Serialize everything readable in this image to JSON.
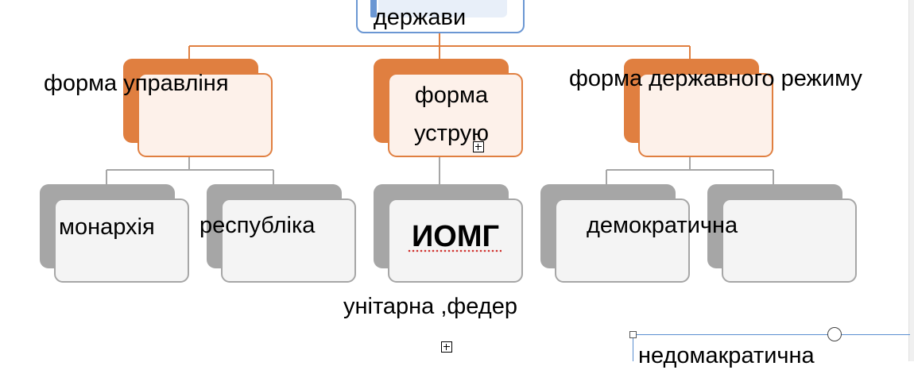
{
  "diagram": {
    "root": {
      "label": "держави"
    },
    "branches": [
      {
        "label": "форма управліня",
        "children": [
          {
            "label": "монархія"
          },
          {
            "label": "республіка"
          }
        ]
      },
      {
        "label": "форма уструю",
        "children": [
          {
            "label": "ИОМГ"
          }
        ],
        "note": "унітарна ,федер"
      },
      {
        "label": "форма державного режиму",
        "children": [
          {
            "label": "демократична"
          },
          {
            "label": ""
          }
        ]
      }
    ],
    "floating_textbox": {
      "label": "недомакратична"
    }
  },
  "colors": {
    "level1": "#e07f40",
    "level1_fill": "#fdf1ea",
    "level2": "#a6a6a6",
    "level2_fill": "#f4f4f4",
    "root_border": "#6b97d3",
    "connector_orange": "#e07f40",
    "connector_grey": "#a6a6a6",
    "spellcheck_underline": "#d0312d"
  },
  "icons": [
    "plus-icon",
    "resize-handle-icon",
    "rotate-handle-icon"
  ]
}
